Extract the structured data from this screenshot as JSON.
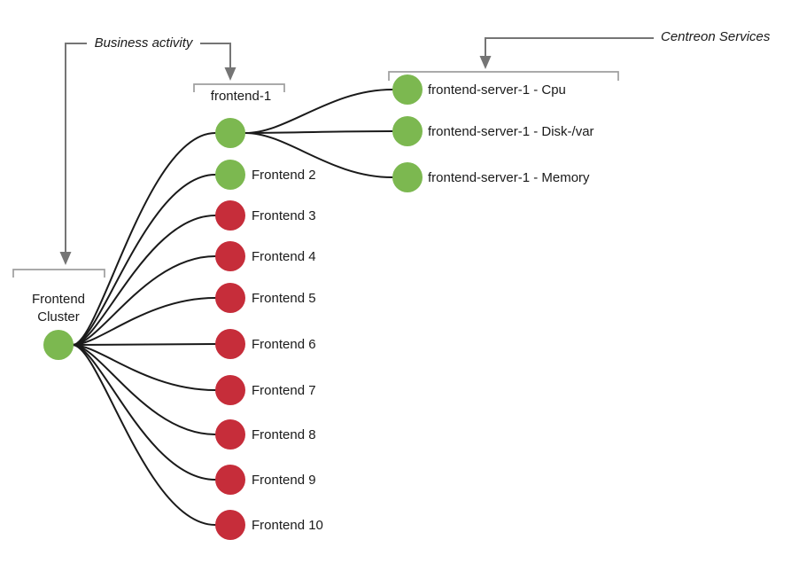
{
  "diagram": {
    "annotations": {
      "business_activity": "Business activity",
      "centreon_services": "Centreon Services"
    },
    "root": {
      "label": "Frontend Cluster",
      "label_lines": [
        "Frontend",
        "Cluster"
      ],
      "status": "ok",
      "color": "#7CB850"
    },
    "children": [
      {
        "label": "frontend-1",
        "status": "ok",
        "color": "#7CB850"
      },
      {
        "label": "Frontend 2",
        "status": "ok",
        "color": "#7CB850"
      },
      {
        "label": "Frontend 3",
        "status": "critical",
        "color": "#C62D3A"
      },
      {
        "label": "Frontend 4",
        "status": "critical",
        "color": "#C62D3A"
      },
      {
        "label": "Frontend 5",
        "status": "critical",
        "color": "#C62D3A"
      },
      {
        "label": "Frontend 6",
        "status": "critical",
        "color": "#C62D3A"
      },
      {
        "label": "Frontend 7",
        "status": "critical",
        "color": "#C62D3A"
      },
      {
        "label": "Frontend 8",
        "status": "critical",
        "color": "#C62D3A"
      },
      {
        "label": "Frontend 9",
        "status": "critical",
        "color": "#C62D3A"
      },
      {
        "label": "Frontend 10",
        "status": "critical",
        "color": "#C62D3A"
      }
    ],
    "services": [
      {
        "label": "frontend-server-1 - Cpu",
        "status": "ok",
        "color": "#7CB850"
      },
      {
        "label": "frontend-server-1 - Disk-/var",
        "status": "ok",
        "color": "#7CB850"
      },
      {
        "label": "frontend-server-1 - Memory",
        "status": "ok",
        "color": "#7CB850"
      }
    ],
    "status_colors": {
      "ok": "#7CB850",
      "critical": "#C62D3A"
    },
    "edge_color": "#1A1A1A",
    "annotation_line_color": "#757575",
    "bracket_color": "#9E9E9E",
    "annotation_text_color": "#7F7F7F"
  }
}
